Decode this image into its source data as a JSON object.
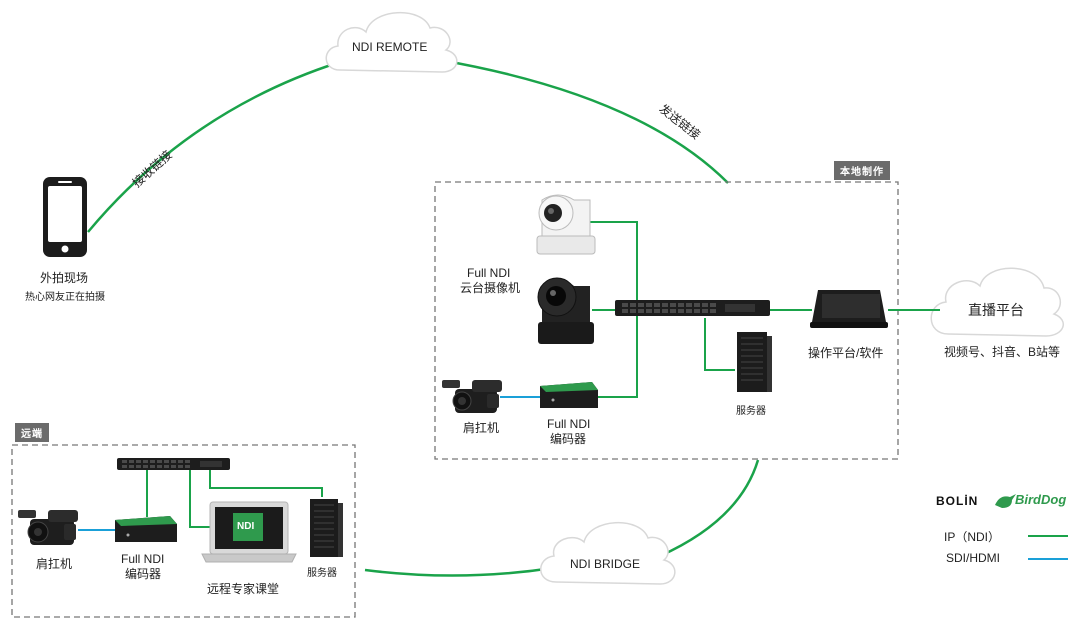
{
  "clouds": {
    "remote": "NDI REMOTE",
    "bridge": "NDI BRIDGE",
    "live": "直播平台"
  },
  "links": {
    "receive": "接收链接",
    "send": "发送链接"
  },
  "phone": {
    "title": "外拍现场",
    "subtitle": "热心网友正在拍摄"
  },
  "local": {
    "tag": "本地制作",
    "ptz_label_line1": "Full NDI",
    "ptz_label_line2": "云台摄像机",
    "camcorder": "肩扛机",
    "encoder_line1": "Full NDI",
    "encoder_line2": "编码器",
    "server": "服务器",
    "console": "操作平台/软件"
  },
  "live_platforms": "视频号、抖音、B站等",
  "remote": {
    "tag": "远端",
    "camcorder": "肩扛机",
    "encoder_line1": "Full NDI",
    "encoder_line2": "编码器",
    "laptop": "远程专家课堂",
    "laptop_screen": "NDI",
    "server": "服务器"
  },
  "legend": {
    "brand_bolin": "BOLİN",
    "brand_birddog": "BirdDog",
    "ip_label": "IP（NDI）",
    "sdi_label": "SDI/HDMI",
    "ip_color": "#1aa34a",
    "sdi_color": "#1aa0d8"
  },
  "colors": {
    "ip": "#1aa34a",
    "sdi": "#1aa0d8",
    "dashed": "#777777"
  }
}
